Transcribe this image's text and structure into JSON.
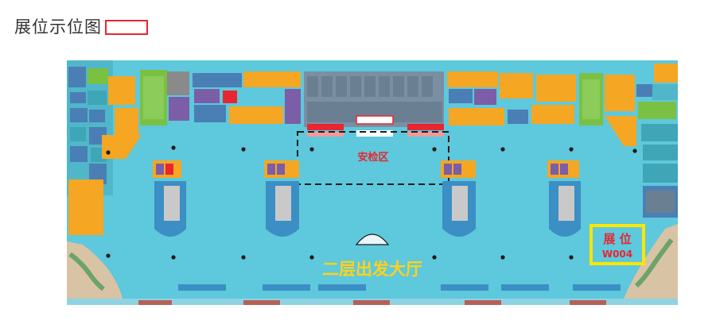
{
  "header": {
    "title": "展位示位图",
    "legend_color": "#e8262f"
  },
  "map": {
    "security_label": "安检区",
    "hall_label": "二层出发大厅",
    "booth": {
      "title": "展 位",
      "code": "W004",
      "frame_color": "#ffe600"
    },
    "colors": {
      "floor": "#5ec8dc",
      "shop_orange": "#f5a623",
      "shop_green": "#7ac143",
      "shop_purple": "#7b5ea7",
      "shop_blue": "#4a7fb5",
      "security_red": "#e8262f"
    }
  }
}
